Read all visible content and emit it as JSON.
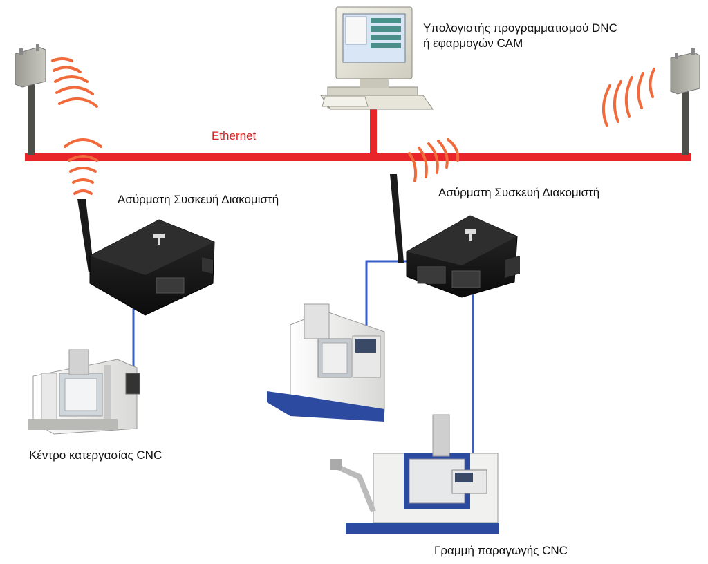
{
  "labels": {
    "ethernet": "Ethernet",
    "computer_line1": "Υπολογιστής προγραμματισμού DNC",
    "computer_line2": "ή εφαρμογών CAM",
    "wireless_server_left": "Ασύρματη Συσκευή Διακομιστή",
    "wireless_server_right": "Ασύρματη Συσκευή Διακομιστή",
    "cnc_center": "Κέντρο κατεργασίας CNC",
    "cnc_line": "Γραμμή παραγωγής CNC"
  },
  "colors": {
    "ethernet": "#e8262a",
    "wireless_waves": "#f06a3c",
    "serial_cable": "#3a5fc4",
    "server_body": "#1b1b1b",
    "machine_body": "#f1f1ef",
    "machine_accent": "#2b4aa0"
  },
  "icons": {
    "access_point": "wireless-access-point-icon",
    "computer": "desktop-computer-icon",
    "server": "wireless-device-server-icon",
    "cnc_machine": "cnc-machine-icon"
  }
}
